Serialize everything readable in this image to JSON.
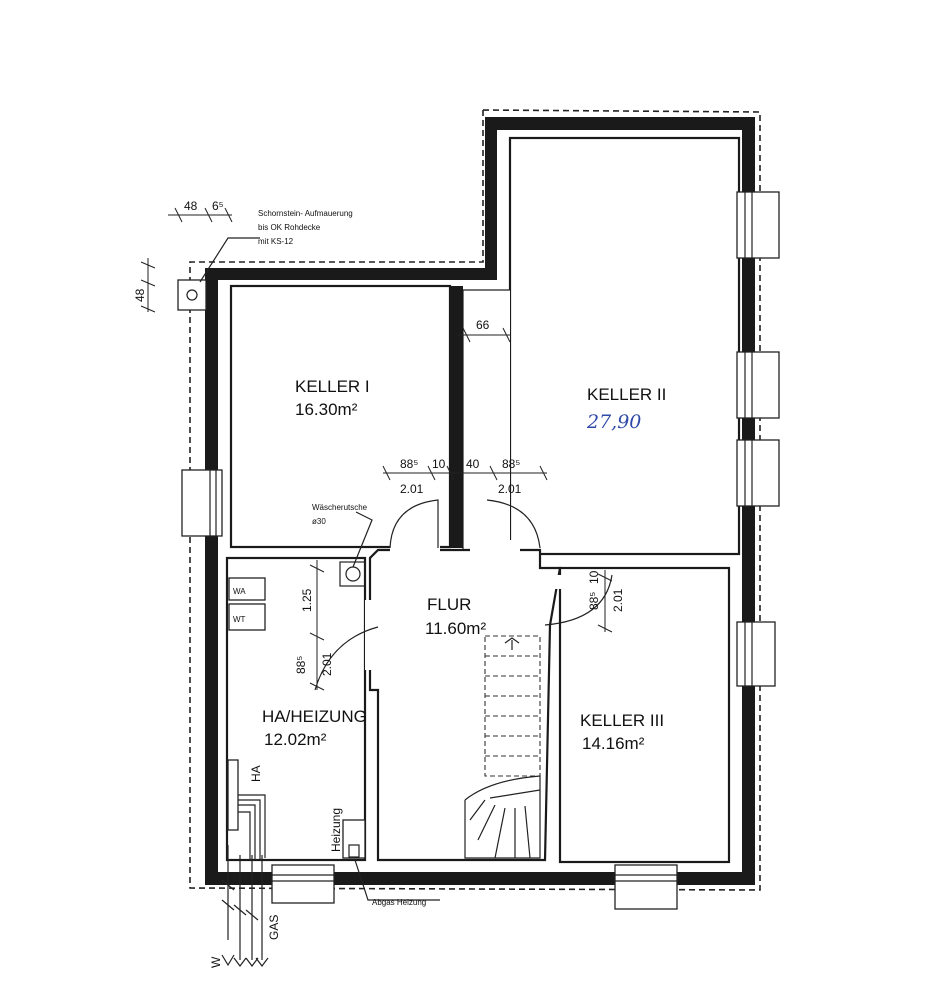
{
  "rooms": {
    "keller1": {
      "name": "KELLER I",
      "area": "16.30m²"
    },
    "keller2": {
      "name": "KELLER II",
      "area_handwritten": "27,90"
    },
    "flur": {
      "name": "FLUR",
      "area": "11.60m²"
    },
    "heizung": {
      "name": "HA/HEIZUNG",
      "area": "12.02m²"
    },
    "keller3": {
      "name": "KELLER III",
      "area": "14.16m²"
    }
  },
  "annotations": {
    "chimney_line1": "Schornstein- Aufmauerung",
    "chimney_line2": "bis OK Rohdecke",
    "chimney_line3": "mit KS-12",
    "waeschechute": "Wäscherutsche",
    "waeschechute_size": "ø30",
    "abgas": "Abgas Heizung",
    "heizung_label": "Heizung",
    "ha_label": "HA",
    "gas": "GAS",
    "w": "W",
    "wa": "WA",
    "wt": "WT"
  },
  "dimensions": {
    "d48_top": "48",
    "d65": "6⁵",
    "d48_side": "48",
    "d66": "66",
    "d885_a": "88⁵",
    "d10_a": "10",
    "d40": "40",
    "d885_b": "88⁵",
    "d201_a": "2.01",
    "d201_b": "2.01",
    "d885_c": "88⁵",
    "d10_b": "10",
    "d201_c": "2.01",
    "d125": "1.25",
    "d885_d": "88⁵",
    "d201_d": "2.01"
  }
}
